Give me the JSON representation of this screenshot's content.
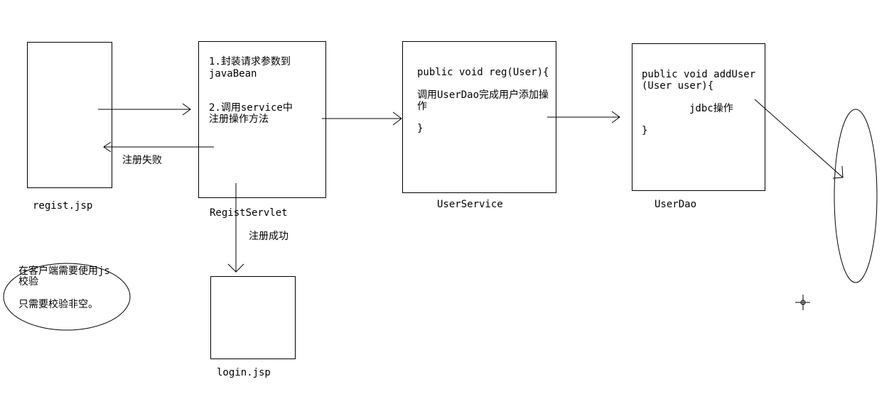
{
  "components": {
    "regist_jsp": {
      "label": "regist.jsp"
    },
    "regist_servlet": {
      "label": "RegistServlet",
      "step1_line1": "1.封装请求参数到",
      "step1_line2": "javaBean",
      "step2_line1": "2.调用service中",
      "step2_line2": "注册操作方法"
    },
    "user_service": {
      "label": "UserService",
      "line1": "public void reg(User){",
      "line2": "调用UserDao完成用户添加操",
      "line3": "作",
      "line4": "}"
    },
    "user_dao": {
      "label": "UserDao",
      "line1": "public void addUser",
      "line2": "(User user){",
      "line3": "jdbc操作",
      "line4": "}"
    },
    "login_jsp": {
      "label": "login.jsp"
    }
  },
  "arrows": {
    "fail_label": "注册失败",
    "success_label": "注册成功"
  },
  "note": {
    "line1": "在客户端需要使用js",
    "line2": "校验",
    "line3": "只需要校验非空。"
  }
}
